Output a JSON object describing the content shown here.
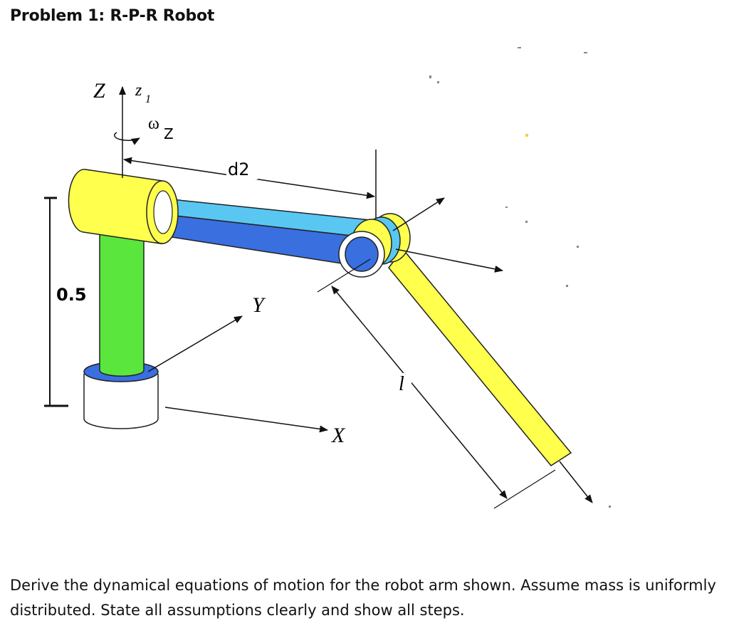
{
  "title": "Problem 1: R-P-R Robot",
  "diagram": {
    "label_Z": "Z",
    "label_z1_base": "z",
    "label_z1_sub": "1",
    "label_omega_base": "ω",
    "label_omega_sub": "Z",
    "label_d2": "d2",
    "label_height": "0.5",
    "label_Y": "Y",
    "label_X": "X",
    "label_l": "l"
  },
  "colors": {
    "yellow": "#ffff4d",
    "green": "#5be63e",
    "blue": "#3a6fe0",
    "light_blue": "#59c7f2",
    "white_base": "#ffffff",
    "outline": "#222222"
  },
  "problem_statement": "Derive the dynamical equations of motion for the robot arm shown. Assume mass is uniformly distributed. State all assumptions clearly and show all steps."
}
